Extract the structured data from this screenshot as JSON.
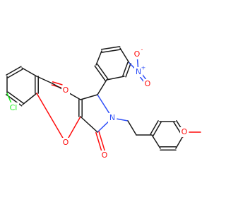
{
  "atoms": {
    "cl": {
      "symbol": "Cl",
      "color": "#1ff01f"
    },
    "o_ketone": {
      "symbol": "O",
      "color": "#ff0d0d"
    },
    "o_ring": {
      "symbol": "O",
      "color": "#ff0d0d"
    },
    "o_lactam": {
      "symbol": "O",
      "color": "#ff0d0d"
    },
    "n_ring": {
      "symbol": "N",
      "color": "#3050f8"
    },
    "n_nitro": {
      "symbol": "N",
      "charge": "+",
      "color": "#3050f8"
    },
    "o_nitro_minus": {
      "symbol": "O",
      "charge": "-",
      "color": "#ff0d0d"
    },
    "o_nitro_double": {
      "symbol": "O",
      "color": "#ff0d0d"
    },
    "o_methoxy": {
      "symbol": "O",
      "color": "#ff0d0d"
    }
  },
  "colors": {
    "carbon": "#1a1a1a",
    "oxygen": "#ff0d0d",
    "nitrogen": "#3050f8",
    "chlorine": "#1ff01f",
    "background": "#ffffff"
  }
}
